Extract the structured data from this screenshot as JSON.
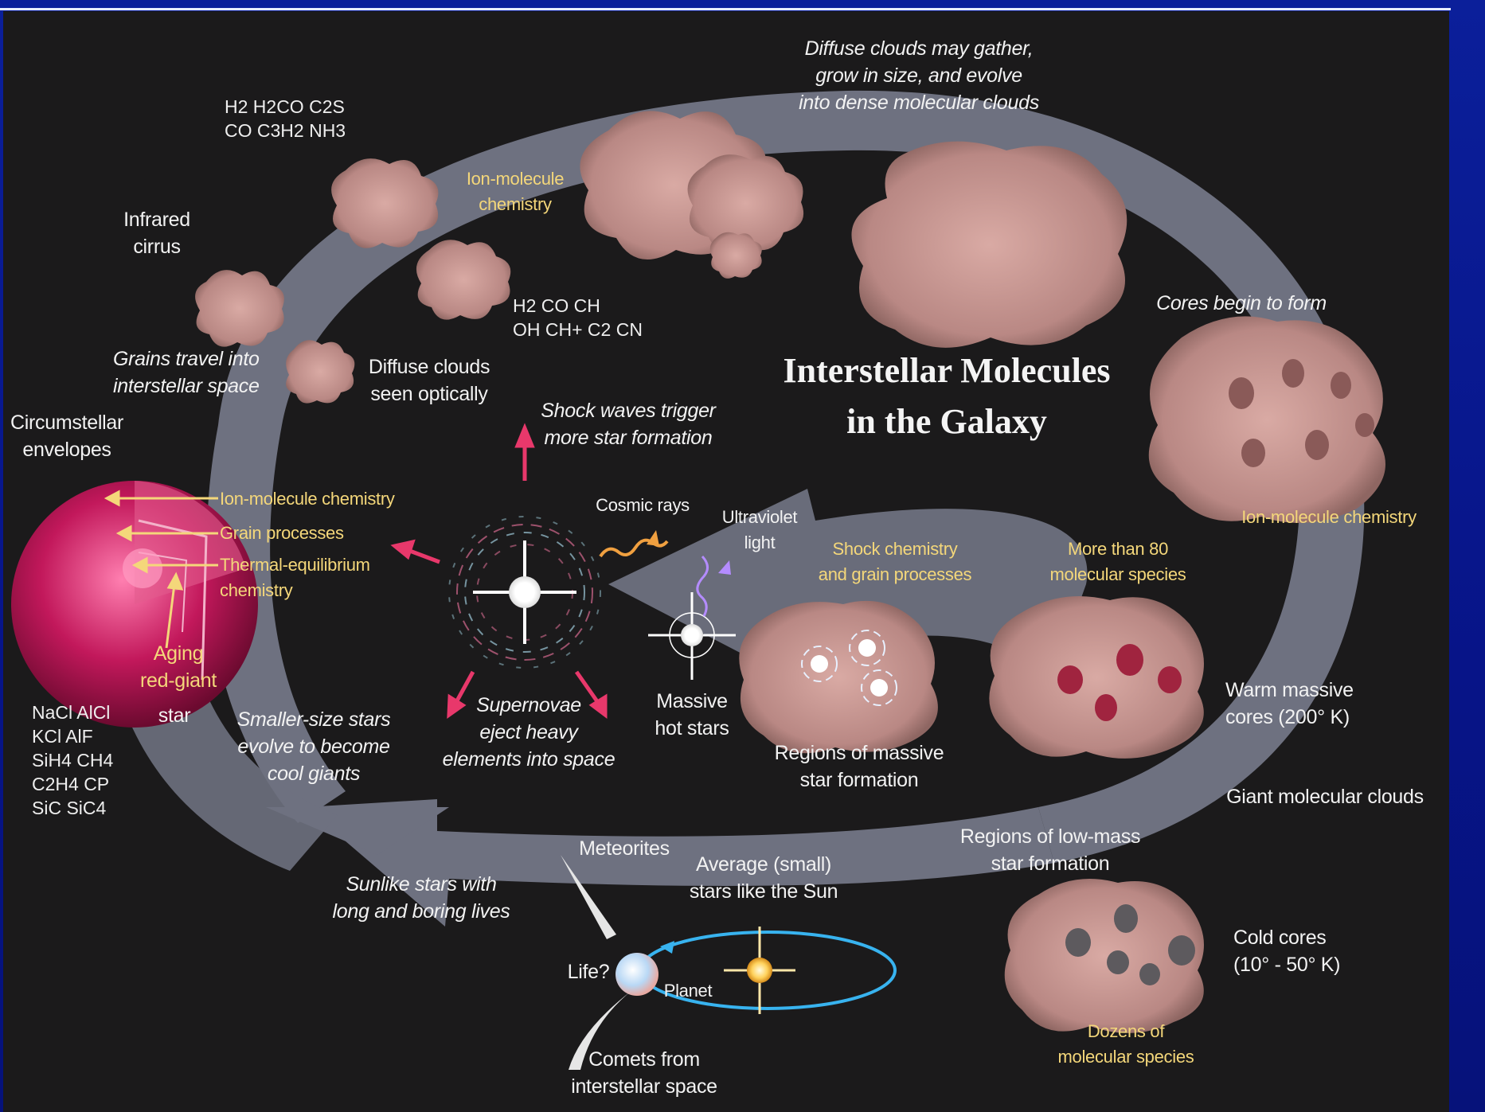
{
  "title": "Interstellar Molecules\nin the Galaxy",
  "labels": {
    "diffuse_gather": "Diffuse clouds may gather,\ngrow in size, and evolve\ninto dense molecular clouds",
    "ion_molecule_chem_top": "Ion-molecule\nchemistry",
    "infrared_cirrus": "Infrared\ncirrus",
    "grains_travel": "Grains travel into\ninterstellar space",
    "diffuse_optical": "Diffuse clouds\nseen optically",
    "circumstellar": "Circumstellar\nenvelopes",
    "shock_waves": "Shock waves trigger\nmore star formation",
    "cores_begin": "Cores begin to form",
    "ion_molecule_chem_right": "Ion-molecule chemistry",
    "cosmic_rays": "Cosmic rays",
    "ultraviolet": "Ultraviolet\nlight",
    "shock_chemistry": "Shock chemistry\nand grain processes",
    "more_than_80": "More than 80\nmolecular species",
    "massive_hot": "Massive\nhot stars",
    "supernovae": "Supernovae\neject heavy\nelements into space",
    "regions_massive": "Regions of massive\nstar formation",
    "warm_cores": "Warm massive\ncores (200° K)",
    "giant_clouds": "Giant molecular clouds",
    "smaller_stars": "Smaller-size stars\nevolve to become\ncool giants",
    "aging_star": "Aging\nred-giant",
    "star_word": "star",
    "env_ion": "Ion-molecule chemistry",
    "env_grain": "Grain processes",
    "env_thermal": "Thermal-equilibrium\nchemistry",
    "regions_low": "Regions of low-mass\nstar formation",
    "meteorites": "Meteorites",
    "average_stars": "Average (small)\nstars like the Sun",
    "sunlike": "Sunlike stars with\nlong and boring lives",
    "life": "Life?",
    "planet": "Planet",
    "cold_cores": "Cold cores\n(10° - 50° K)",
    "dozens": "Dozens of\nmolecular species",
    "comets": "Comets from\ninterstellar space"
  },
  "molecules": {
    "top": [
      "H2 H2CO C2S",
      "CO C3H2 NH3"
    ],
    "middle": [
      "H2 CO CH",
      "OH CH+ C2 CN"
    ],
    "left": [
      "NaCl AlCl",
      "KCl AlF",
      "SiH4 CH4",
      "C2H4 CP",
      "SiC SiC4"
    ]
  },
  "colors": {
    "background_frame": "#0a1a8c",
    "panel": "#1b1a1b",
    "cycle_arrow": "#6e7180",
    "cloud": "#c79a95",
    "red_giant": "#c2185b",
    "yellow_text": "#f4d77a"
  }
}
